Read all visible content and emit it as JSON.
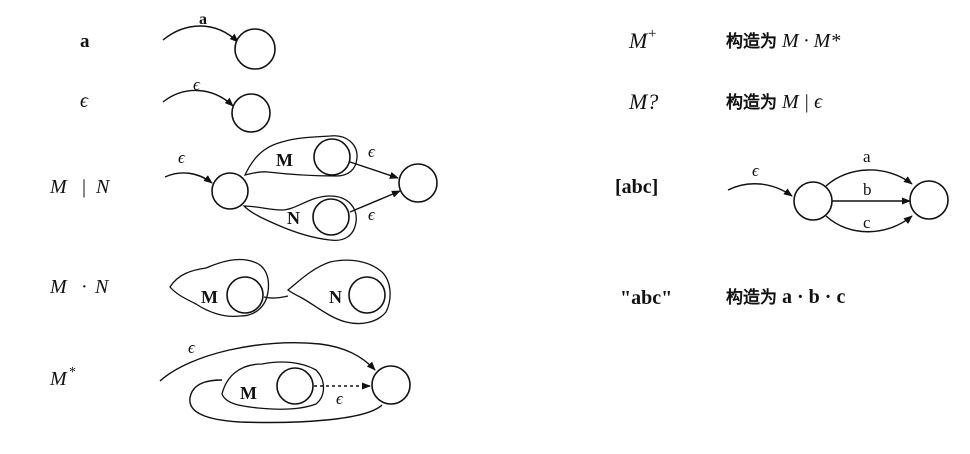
{
  "rows": {
    "a": {
      "label": "a",
      "edge": "a"
    },
    "eps": {
      "label": "ϵ",
      "edge": "ϵ"
    },
    "alt": {
      "label_m": "M",
      "label_bar": "|",
      "label_n": "N",
      "edge_in": "ϵ",
      "sub_m": "M",
      "sub_n": "N",
      "edge_m_out": "ϵ",
      "edge_n_out": "ϵ"
    },
    "concat": {
      "label_m": "M",
      "label_dot": "·",
      "label_n": "N",
      "sub_m": "M",
      "sub_n": "N"
    },
    "star": {
      "label_m": "M",
      "label_star": "*",
      "edge_top": "ϵ",
      "sub_m": "M",
      "edge_out": "ϵ"
    },
    "plus": {
      "label_m": "M",
      "label_sup": "+",
      "desc_prefix": "构造为",
      "desc_formula": "M · M*"
    },
    "opt": {
      "label": "M?",
      "desc_prefix": "构造为",
      "desc_formula": "M | ϵ"
    },
    "cls": {
      "label": "[abc]",
      "edge_in": "ϵ",
      "edge_a": "a",
      "edge_b": "b",
      "edge_c": "c"
    },
    "str": {
      "label": "\"abc\"",
      "desc_prefix": "构造为",
      "desc_formula": "a · b · c"
    }
  }
}
